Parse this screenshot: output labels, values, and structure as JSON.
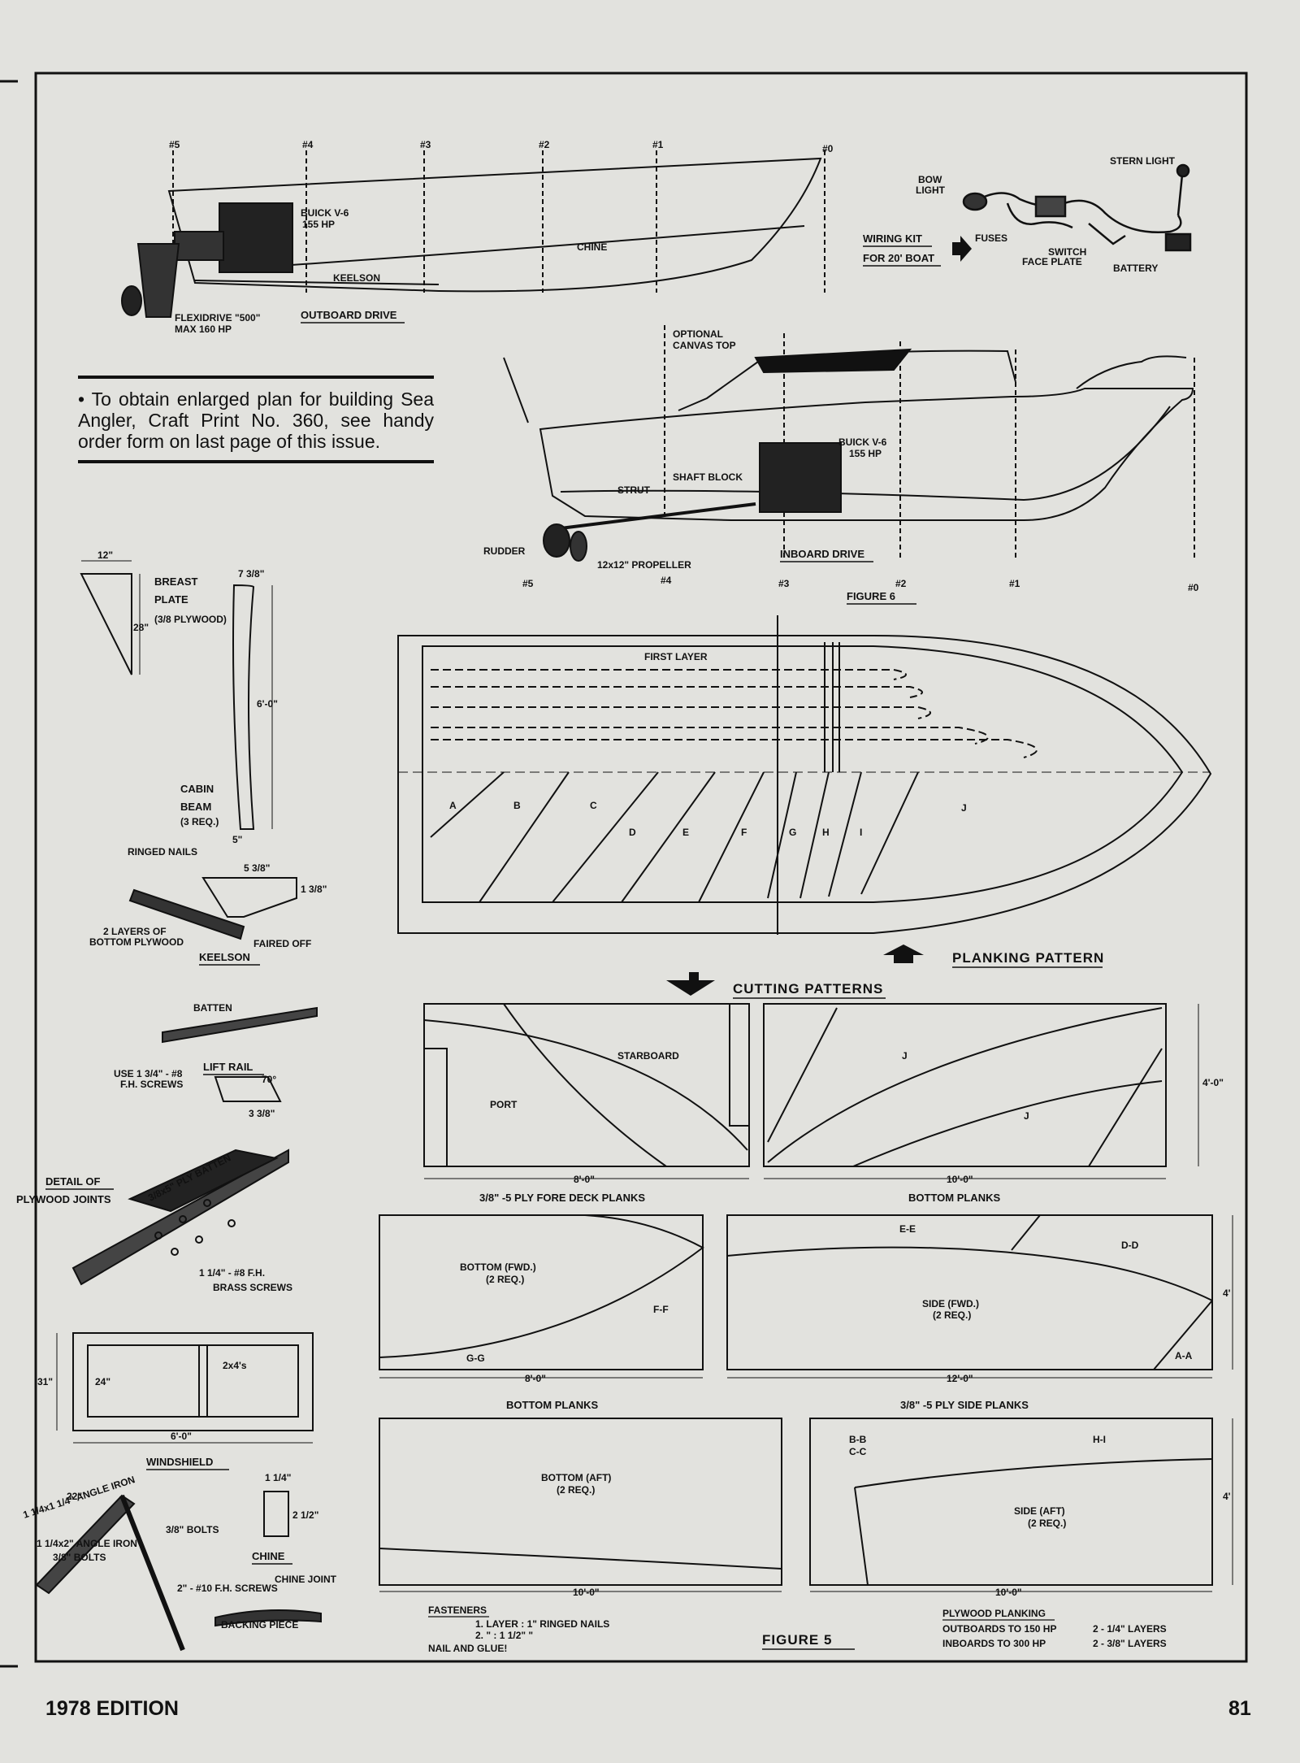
{
  "footer": {
    "edition": "1978 EDITION",
    "page_number": "81"
  },
  "order_note": "• To obtain enlarged plan for building Sea Angler, Craft Print No. 360, see handy order form on last page of this issue.",
  "outboard": {
    "stations": [
      "#5",
      "#4",
      "#3",
      "#2",
      "#1",
      "#0"
    ],
    "engine": [
      "BUICK V-6",
      "155 HP"
    ],
    "chine": "CHINE",
    "keelson": "KEELSON",
    "drive": [
      "FLEXIDRIVE \"500\"",
      "MAX 160 HP"
    ],
    "title": "OUTBOARD DRIVE"
  },
  "wiring": {
    "title": [
      "WIRING KIT",
      "FOR 20' BOAT"
    ],
    "bow_light": [
      "BOW",
      "LIGHT"
    ],
    "stern_light": "STERN LIGHT",
    "fuses": "FUSES",
    "switch": [
      "SWITCH",
      "FACE PLATE"
    ],
    "battery": "BATTERY"
  },
  "inboard": {
    "canvas": [
      "OPTIONAL",
      "CANVAS TOP"
    ],
    "engine": [
      "BUICK V-6",
      "155 HP"
    ],
    "shaft_block": "SHAFT BLOCK",
    "strut": "STRUT",
    "rudder": "RUDDER",
    "propeller": "12x12\" PROPELLER",
    "title": "INBOARD DRIVE",
    "stations": [
      "#5",
      "#4",
      "#3",
      "#2",
      "#1",
      "#0"
    ],
    "figure": "FIGURE 6"
  },
  "breast_plate": {
    "width": "12\"",
    "height": "28\"",
    "title": [
      "BREAST",
      "PLATE"
    ],
    "material": "(3/8 PLYWOOD)"
  },
  "cabin_beam": {
    "top": "7 3/8\"",
    "length": "6'-0\"",
    "bottom": "5\"",
    "title": [
      "CABIN",
      "BEAM"
    ],
    "qty": "(3 REQ.)"
  },
  "keelson_detail": {
    "nails": "RINGED NAILS",
    "w": "5 3/8\"",
    "h": "1 3/8\"",
    "layers": [
      "2 LAYERS OF",
      "BOTTOM PLYWOOD"
    ],
    "faired": "FAIRED OFF",
    "title": "KEELSON"
  },
  "lift_rail": {
    "batten": "BATTEN",
    "title": "LIFT RAIL",
    "screws": [
      "USE 1 3/4\" - #8",
      "F.H. SCREWS"
    ],
    "angle": "70°",
    "w": "3 3/8\""
  },
  "plywood_joints": {
    "title": [
      "DETAIL OF",
      "PLYWOOD JOINTS"
    ],
    "batten": "3/8x5\" PLY BATTEN",
    "screws": [
      "1 1/4\" - #8 F.H.",
      "BRASS SCREWS"
    ]
  },
  "windshield": {
    "h_outer": "31\"",
    "h_inner": "24\"",
    "studs": "2x4's",
    "w": "6'-0\"",
    "title": "WINDSHIELD"
  },
  "chine_detail": {
    "top_angle": "22\"",
    "angle_iron_1": "1 1/4x1 1/4\" ANGLE IRON",
    "bolts_1": "3/8\" BOLTS",
    "angle_iron_2": "1 1/4x2\" ANGLE IRON",
    "bolts_2": "3/8\" BOLTS",
    "w": "1 1/4\"",
    "h": "2 1/2\"",
    "title": "CHINE",
    "screws": "2\" - #10 F.H. SCREWS",
    "joint": "CHINE JOINT",
    "backing": "BACKING PIECE"
  },
  "planking": {
    "first_layer": "FIRST LAYER",
    "letters": [
      "A",
      "B",
      "C",
      "D",
      "E",
      "F",
      "G",
      "H",
      "I",
      "J"
    ],
    "title": "PLANKING PATTERN"
  },
  "cutting": {
    "title": "CUTTING PATTERNS",
    "fore_deck": {
      "starboard": "STARBOARD",
      "port": "PORT",
      "dim": "8'-0\"",
      "caption": "3/8\" -5 PLY FORE DECK PLANKS"
    },
    "bottom_j": {
      "j1": "J",
      "j2": "J",
      "dim_w": "10'-0\"",
      "dim_h": "4'-0\"",
      "caption": "BOTTOM PLANKS"
    },
    "bottom_fwd": {
      "label": [
        "BOTTOM (FWD.)",
        "(2 REQ.)"
      ],
      "ff": "F-F",
      "gg": "G-G",
      "dim": "8'-0\"",
      "caption": "BOTTOM PLANKS"
    },
    "side_fwd": {
      "ee": "E-E",
      "dd": "D-D",
      "label": [
        "SIDE (FWD.)",
        "(2 REQ.)"
      ],
      "aa": "A-A",
      "dim_w": "12'-0\"",
      "dim_h": "4'",
      "caption": "3/8\" -5 PLY SIDE PLANKS"
    },
    "bottom_aft": {
      "label": [
        "BOTTOM (AFT)",
        "(2 REQ.)"
      ],
      "dim": "10'-0\""
    },
    "side_aft": {
      "bb": "B-B",
      "cc": "C-C",
      "hi": "H-I",
      "label": [
        "SIDE (AFT)",
        "(2 REQ.)"
      ],
      "dim_w": "10'-0\"",
      "dim_h": "4'"
    }
  },
  "fasteners": {
    "title": "FASTENERS",
    "l1": "1. LAYER : 1\" RINGED NAILS",
    "l2": "2.   \"    : 1 1/2\"    \"",
    "glue": "NAIL AND GLUE!"
  },
  "figure5": "FIGURE 5",
  "plywood_planking": {
    "title": "PLYWOOD PLANKING",
    "rows": [
      {
        "use": "OUTBOARDS TO 150 HP",
        "spec": "2 - 1/4\" LAYERS"
      },
      {
        "use": "INBOARDS TO 300 HP",
        "spec": "2 - 3/8\" LAYERS"
      }
    ]
  }
}
